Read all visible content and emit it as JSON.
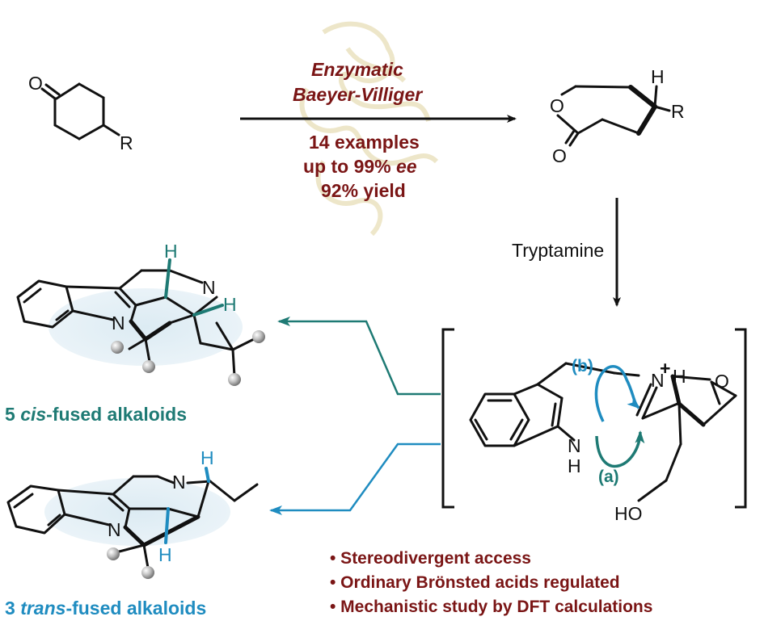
{
  "arrow_top": {
    "line1": "Enzymatic",
    "line2": "Baeyer-Villiger",
    "line3": "14 examples",
    "line4_prefix": "up to 99% ",
    "line4_italic": "ee",
    "line5": "92% yield"
  },
  "reagent": "Tryptamine",
  "atoms": {
    "ketone_O": "O",
    "ketone_R": "R",
    "lactone_H": "H",
    "lactone_R": "R",
    "lactone_O1": "O",
    "lactone_O2": "O",
    "cis_H1": "H",
    "cis_N1": "N",
    "cis_H2": "H",
    "cis_N2": "N",
    "trans_H": "H",
    "trans_N1": "N",
    "trans_N2": "N",
    "trans_H2": "H",
    "int_plus": "+",
    "int_N": "N",
    "int_H": "H",
    "int_O": "O",
    "int_NH_N": "N",
    "int_NH_H": "H",
    "int_HO": "HO",
    "path_a": "(a)",
    "path_b": "(b)"
  },
  "captions": {
    "cis_num": "5",
    "cis_italic": "cis",
    "cis_rest": "-fused alkaloids",
    "trans_num": "3",
    "trans_italic": "trans",
    "trans_rest": "-fused alkaloids"
  },
  "bullets": [
    "• Stereodivergent access",
    "• Ordinary Brönsted acids regulated",
    "• Mechanistic study by DFT calculations"
  ],
  "colors": {
    "cis_teal": "#1e7a74",
    "trans_blue": "#1f8cc0",
    "condition_red": "#7a1515"
  }
}
